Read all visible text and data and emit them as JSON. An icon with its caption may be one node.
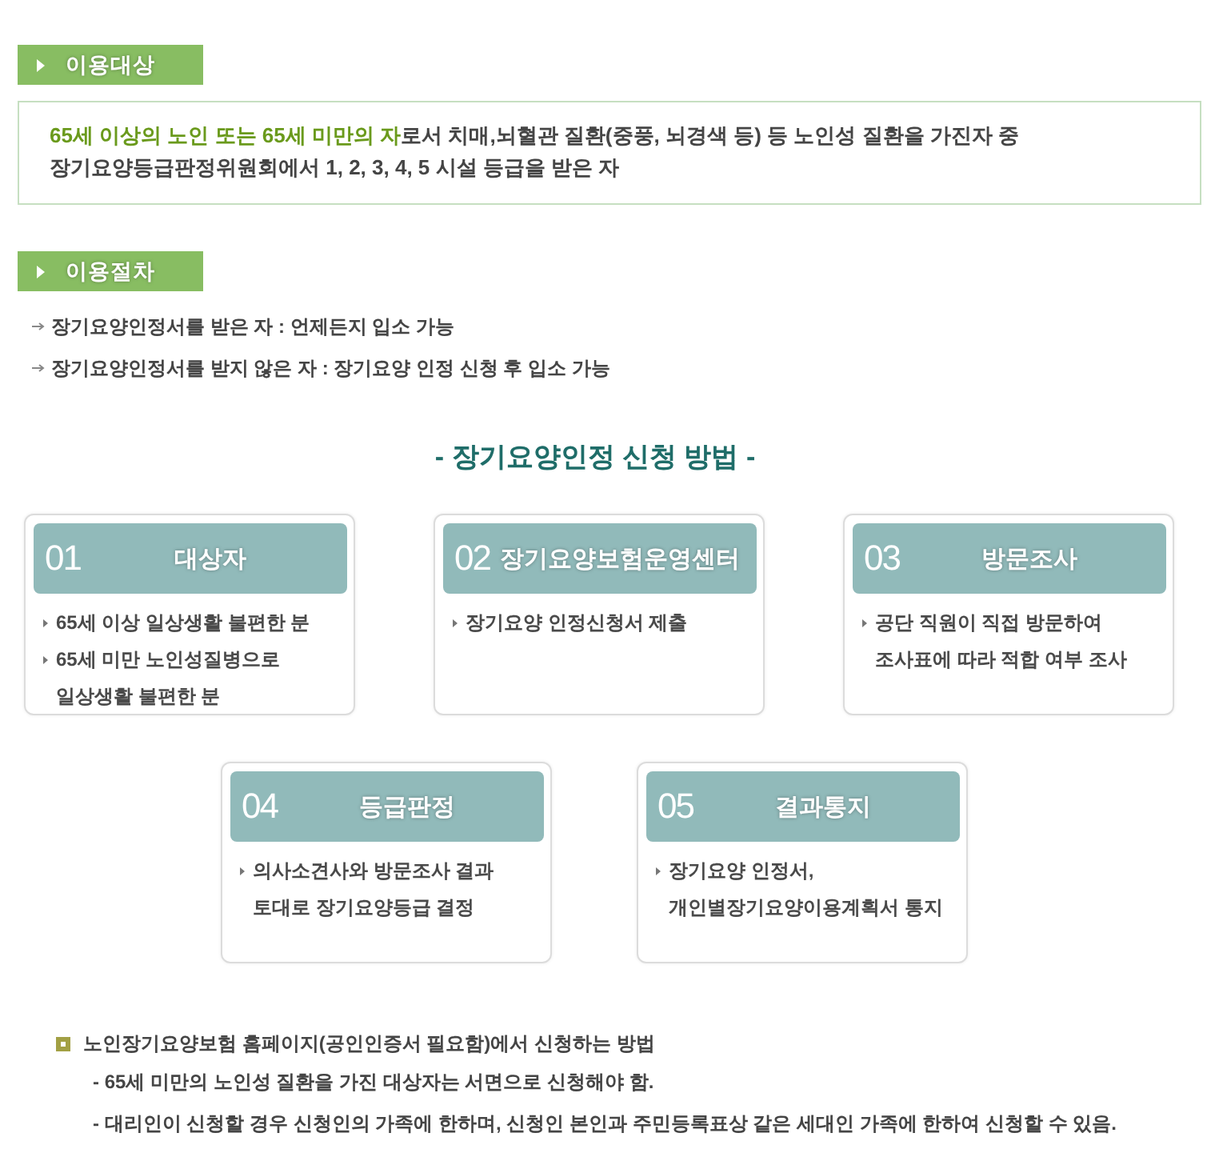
{
  "diagram": {
    "nodes": [
      {
        "text": [
          "이용대상"
        ]
      },
      {
        "text": [
          "**65세 이상의 노인 또는 65세 미만의 자**로서 치매,뇌혈관 질환(중풍, 뇌경색 등) 등 노인성 질환을 가진자 중 장기요양등급판정위원회에서 1, 2, 3, 4, 5 시설 등급을 받은 자"
        ]
      },
      {
        "text": [
          "이용절차"
        ]
      },
      {
        "text": [
          "65세 이상 일상생활 불편한 분",
          "65세 미만 노인성질병으로 일상생활 불편한 분"
        ]
      },
      {
        "text": [
          "01",
          "대상자"
        ],
        "in": 3
      },
      {
        "text": [
          "장기요양 인정신청서 제출"
        ]
      },
      {
        "text": [
          "02",
          "장기요양보험운영센터"
        ],
        "in": 5
      },
      {
        "text": [
          "공단 직원이 직접 방문하여 조사표에 따라 적합 여부 조사"
        ]
      },
      {
        "text": [
          "03",
          "방문조사"
        ],
        "in": 7
      },
      {
        "text": [
          "의사소견사와 방문조사 결과 토대로 장기요양등급 결정"
        ]
      },
      {
        "text": [
          "04",
          "등급판정"
        ],
        "in": 9
      },
      {
        "text": [
          "장기요양 인정서, 개인별장기요양이용계획서 통지"
        ]
      },
      {
        "text": [
          "05",
          "결과통지"
        ],
        "in": 11
      }
    ],
    "labels": [
      "장기요양인정서를 받은 자 : 언제든지 입소 가능",
      "장기요양인정서를 받지 않은 자 : 장기요양 인정 신청 후 입소 가능",
      "- 장기요양인정 신청 방법 -",
      "노인장기요양보험 홈페이지(공인인증서 필요함)에서 신청하는 방법",
      "- 65세 미만의 노인성 질환을 가진 대상자는 서면으로 신청해야 함.",
      "- 대리인이 신청할 경우 신청인의 가족에 한하며, 신청인 본인과 주민등록표상 같은 세대인 가족에 한하여 신청할 수 있음."
    ]
  }
}
